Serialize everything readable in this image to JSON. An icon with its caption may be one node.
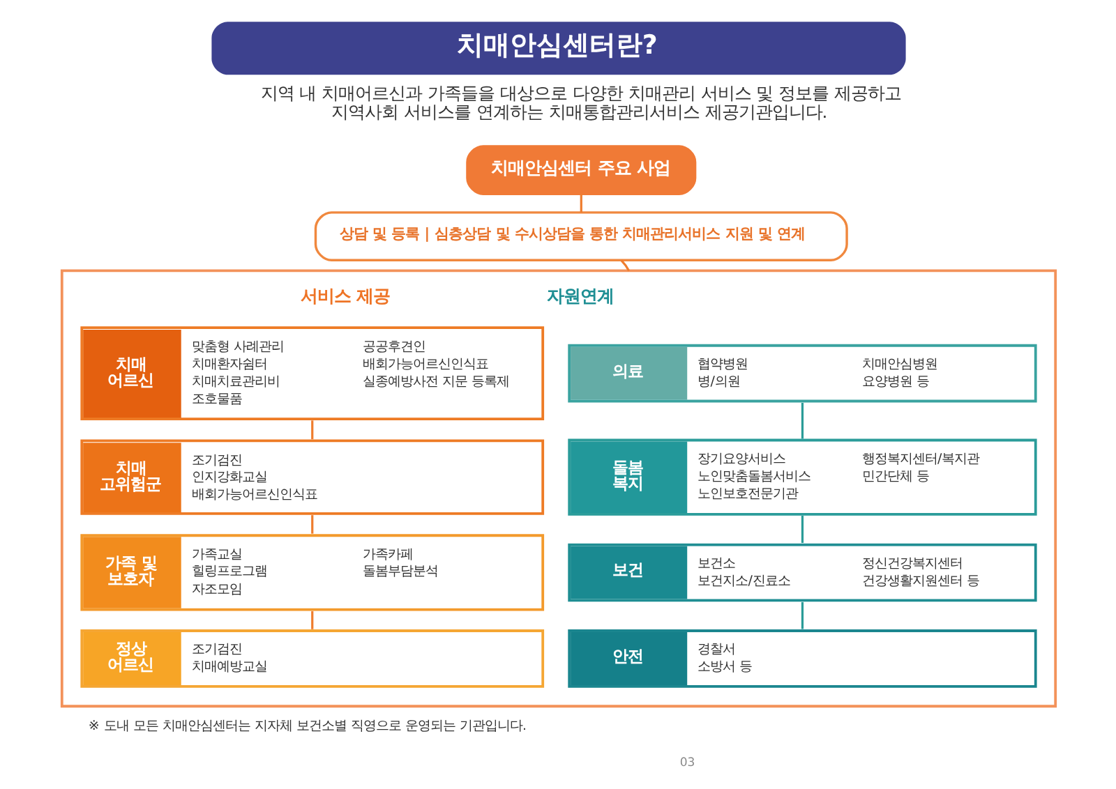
{
  "diagram": {
    "title": "치매안심센터란?",
    "nodes": [
      {
        "text": [
          "치매안심센터 주요 사업"
        ]
      },
      {
        "text": [
          "상담 및 등록 | 심층상담 및 수시상담을 통한 치매관리서비스 지원 및 연계"
        ]
      },
      {
        "text": [],
        "shape": "box"
      },
      {
        "text": [
          "치매 어르신",
          "맞춤형 사례관리",
          "공공후견인",
          "치매환자쉼터",
          "배회가능어르신인식표",
          "치매치료관리비",
          "실종예방사전 지문 등록제",
          "조호물품"
        ],
        "in": 2
      },
      {
        "text": [
          "치매 고위험군",
          "조기검진",
          "인지강화교실",
          "배회가능어르신인식표"
        ],
        "in": 2
      },
      {
        "text": [
          "가족 및 보호자",
          "가족교실",
          "가족카페",
          "힐링프로그램",
          "돌봄부담분석",
          "자조모임"
        ],
        "in": 2
      },
      {
        "text": [
          "정상 어르신",
          "조기검진",
          "치매예방교실"
        ],
        "in": 2
      },
      {
        "text": [
          "의료",
          "협약병원",
          "치매안심병원",
          "병/의원",
          "요양병원 등"
        ],
        "in": 2
      },
      {
        "text": [
          "돌봄 복지",
          "장기요양서비스",
          "행정복지센터/복지관",
          "노인맞춤돌봄서비스",
          "민간단체 등",
          "노인보호전문기관"
        ],
        "in": 2
      },
      {
        "text": [
          "보건",
          "보건소",
          "정신건강복지센터",
          "보건지소/진료소",
          "건강생활지원센터 등"
        ],
        "in": 2
      },
      {
        "text": [
          "안전",
          "경찰서",
          "소방서 등"
        ],
        "in": 2
      }
    ],
    "edges": [
      {
        "from": 0,
        "to": 1,
        "arrow": "none"
      },
      {
        "from": 1,
        "to": 2,
        "arrow": "none"
      },
      {
        "from": 3,
        "to": 4,
        "arrow": "none"
      },
      {
        "from": 4,
        "to": 5,
        "arrow": "none"
      },
      {
        "from": 5,
        "to": 6,
        "arrow": "none"
      },
      {
        "from": 7,
        "to": 8,
        "arrow": "none",
        "color": "#2b9c98"
      },
      {
        "from": 8,
        "to": 9,
        "arrow": "none",
        "color": "#2b9c98"
      },
      {
        "from": 9,
        "to": 10,
        "arrow": "none",
        "color": "#2b9c98"
      }
    ],
    "labels": [
      "지역 내 치매어르신과 가족들을 대상으로 다양한 치매관리 서비스 및 정보를 제공하고 지역사회 서비스를 연계하는 치매통합관리서비스 제공기관입니다.",
      "서비스 제공",
      "자원연계",
      "※ 도내 모든 치매안심센터는 지자체 보건소별 직영으로 운영되는 기관입니다.",
      "03"
    ]
  }
}
